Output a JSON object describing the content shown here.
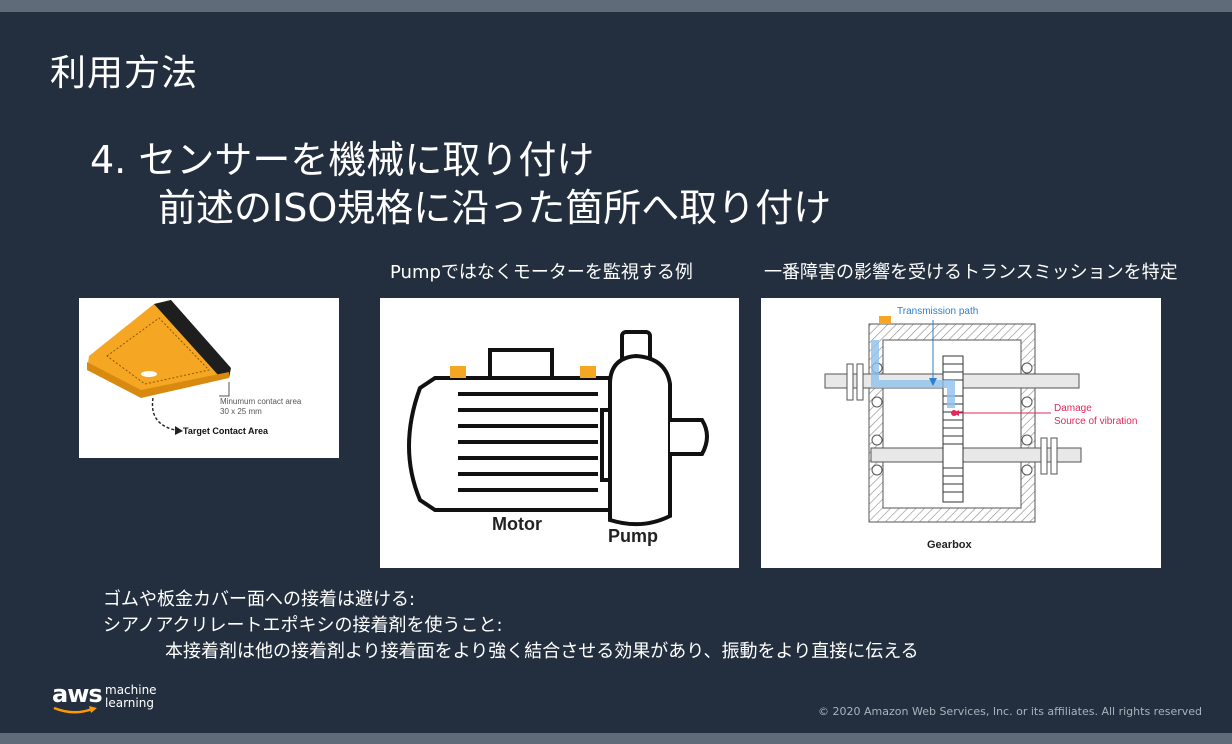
{
  "slide": {
    "title": "利用方法",
    "step_line1": "4.  センサーを機械に取り付け",
    "step_line2": "前述のISO規格に沿った箇所へ取り付け",
    "caption_left": "Pumpではなくモーターを監視する例",
    "caption_right": "一番障害の影響を受けるトランスミッションを特定",
    "notes": [
      "ゴムや板金カバー面への接着は避ける:",
      "シアノアクリレートエポキシの接着剤を使うこと:",
      "本接着剤は他の接着剤より接着面をより強く結合させる効果があり、振動をより直接に伝える"
    ],
    "copyright": "© 2020 Amazon Web Services, Inc. or its affiliates. All rights reserved"
  },
  "sensor_figure": {
    "min_area_label": "Minumum contact area",
    "min_area_size": "30 x 25 mm",
    "target_label": "Target Contact Area"
  },
  "motor_figure": {
    "motor_label": "Motor",
    "pump_label": "Pump"
  },
  "gearbox_figure": {
    "transmission_label": "Transmission path",
    "damage_label": "Damage",
    "source_label": "Source of vibration",
    "gearbox_label": "Gearbox"
  },
  "logo": {
    "brand": "aws",
    "line1": "machine",
    "line2": "learning"
  },
  "colors": {
    "background": "#232f3e",
    "bar": "#5f6b78",
    "sensor_orange": "#f5a623",
    "transmission_blue": "#2f7fc8",
    "damage_red": "#e0285c",
    "aws_orange": "#ff9900"
  }
}
